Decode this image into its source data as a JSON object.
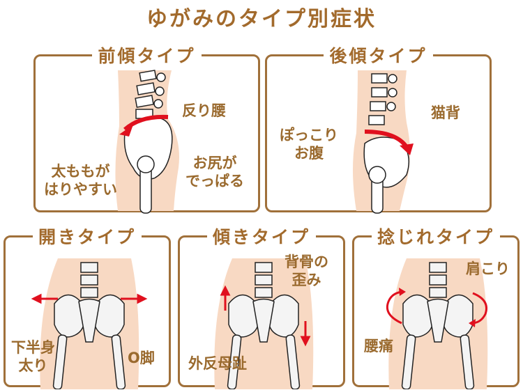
{
  "title": "ゆがみのタイプ別症状",
  "colors": {
    "brand_brown": "#a26a2c",
    "frame": "#a0703a",
    "skin": "#f8d9c3",
    "arrow_red": "#e0101e",
    "bone": "#f4f4f4"
  },
  "panels": [
    {
      "id": "anterior-tilt",
      "title": "前傾タイプ",
      "view": "side",
      "arrow": "curved-forward",
      "symptoms": [
        "反り腰",
        "お尻が\nでっぱる",
        "太ももが\nはりやすい"
      ]
    },
    {
      "id": "posterior-tilt",
      "title": "後傾タイプ",
      "view": "side",
      "arrow": "curved-backward",
      "symptoms": [
        "猫背",
        "ぽっこり\nお腹"
      ]
    },
    {
      "id": "open",
      "title": "開きタイプ",
      "view": "front",
      "arrow": "outward-horizontal",
      "symptoms": [
        "下半身\n太り",
        "O脚"
      ]
    },
    {
      "id": "tilted",
      "title": "傾きタイプ",
      "view": "front",
      "arrow": "up-left-down-right",
      "symptoms": [
        "背骨の\n歪み",
        "外反母趾"
      ]
    },
    {
      "id": "twisted",
      "title": "捻じれタイプ",
      "view": "front",
      "arrow": "rotational",
      "symptoms": [
        "肩こり",
        "腰痛"
      ]
    }
  ]
}
